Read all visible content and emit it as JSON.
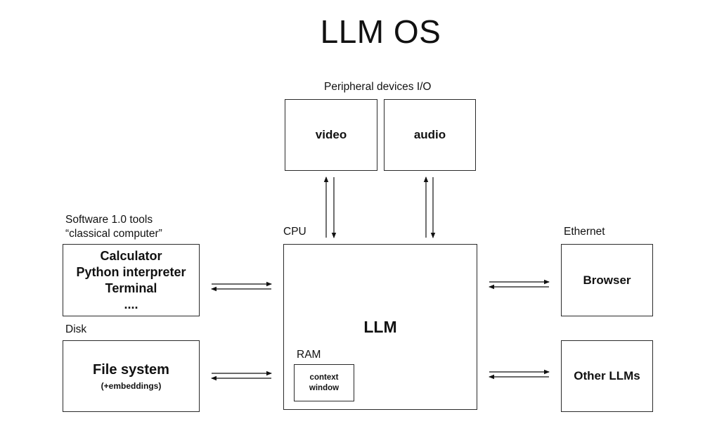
{
  "title": "LLM OS",
  "peripherals": {
    "label": "Peripheral devices I/O",
    "video": "video",
    "audio": "audio"
  },
  "cpu": {
    "label": "CPU",
    "llm": "LLM",
    "ram_label": "RAM",
    "context_line1": "context",
    "context_line2": "window"
  },
  "software_tools": {
    "label_line1": "Software 1.0 tools",
    "label_line2": "“classical computer”",
    "items": [
      "Calculator",
      "Python interpreter",
      "Terminal",
      "...."
    ]
  },
  "disk": {
    "label": "Disk",
    "title": "File system",
    "subtitle": "(+embeddings)"
  },
  "ethernet": {
    "label": "Ethernet",
    "browser": "Browser"
  },
  "other_llms": "Other LLMs"
}
